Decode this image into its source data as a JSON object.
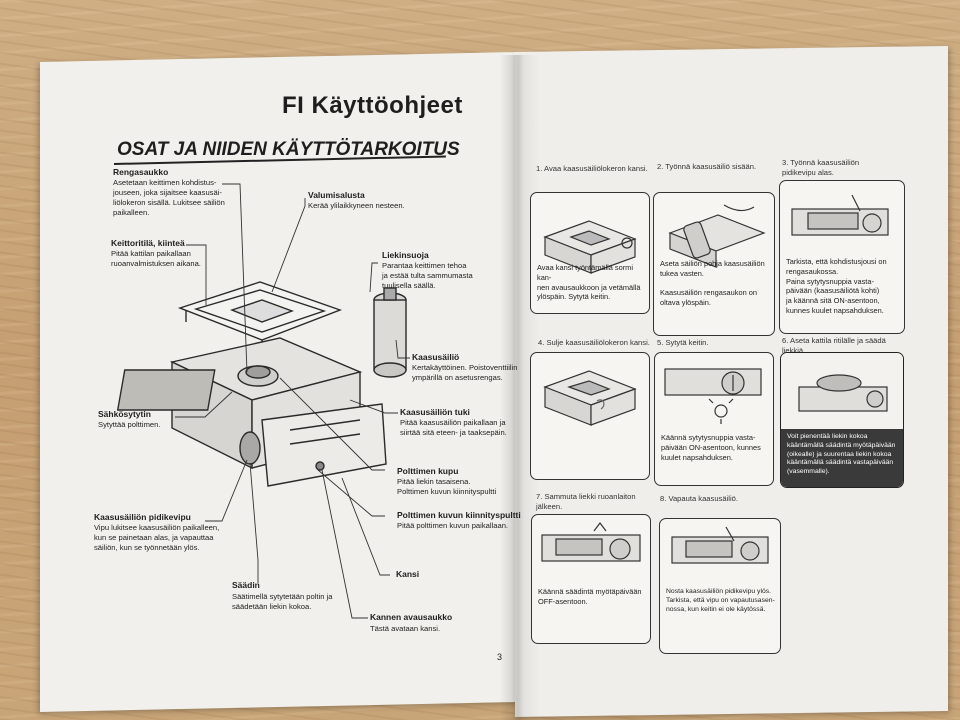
{
  "title": "FI  Käyttöohjeet",
  "section_title": "OSAT JA NIIDEN KÄYTTÖTARKOITUS",
  "page_number": "3",
  "parts": {
    "rengasaukko": {
      "label": "Rengasaukko",
      "desc": "Asetetaan keittimen kohdistus-\njouseen, joka sijaitsee kaasusäi-\nliölokeron sisällä. Lukitsee säiliön\npaikalleen."
    },
    "keittoritila": {
      "label": "Keittoritilä, kiinteä",
      "desc": "Pitää kattilan paikallaan\nruoanvalmistuksen aikana."
    },
    "valumisalusta": {
      "label": "Valumisalusta",
      "desc": "Kerää ylilaikkyneen nesteen."
    },
    "liekinsuoja": {
      "label": "Liekinsuoja",
      "desc": "Parantaa keittimen tehoa\nja estää tulta sammumasta\ntuulisella säällä."
    },
    "kaasusailio": {
      "label": "Kaasusäiliö",
      "desc": "Kertakäyttöinen. Poistoventtiilin\nympärillä on asetusrengas."
    },
    "sahkosytytin": {
      "label": "Sähkösytytin",
      "desc": "Sytyttää polttimen."
    },
    "kaasusailion_tuki": {
      "label": "Kaasusäiliön tuki",
      "desc": "Pitää kaasusäiliön paikallaan ja\nsiirtää sitä eteen- ja taaksepäin."
    },
    "polttimen_kupu": {
      "label": "Polttimen kupu",
      "desc": "Pitää liekin tasaisena.\nPolttimen kuvun kiinnityspultti"
    },
    "kiinnityspultti": {
      "label": "Polttimen kuvun kiinnityspultti",
      "desc": "Pitää polttimen kuvun paikallaan."
    },
    "pidikevipu": {
      "label": "Kaasusäiliön pidikevipu",
      "desc": "Vipu lukitsee kaasusäiliön paikalleen,\nkun se painetaan alas, ja vapauttaa\nsäiliön, kun se työnnetään ylös."
    },
    "kansi": {
      "label": "Kansi",
      "desc": ""
    },
    "saadin": {
      "label": "Säädin",
      "desc": "Säätimellä sytytetään poltin ja\nsäädetään liekin kokoa."
    },
    "kannen_avausaukko": {
      "label": "Kannen avausaukko",
      "desc": "Tästä avataan kansi."
    }
  },
  "steps": [
    {
      "heading": "1. Avaa kaasusäiliölokeron kansi.",
      "text": "Avaa kansi työntämällä sormi kan-\nnen avausaukkoon ja vetämällä\nylöspäin. Sytytä keitin."
    },
    {
      "heading": "2. Työnnä kaasusäiliö sisään.",
      "text": "Aseta säiliön pohja kaasusäiliön\ntukea vasten.\n\nKaasusäiliön rengasaukon on\noltava ylöspäin."
    },
    {
      "heading": "3. Työnnä kaasusäiliön\npidikevipu alas.",
      "text": "Tarkista, että kohdistusjousi on\nrengasaukossa.\nPaina sytytysnuppia vasta-\npäivään (kaasusäiliötä kohti)\nja käännä sitä ON-asentoon,\nkunnes kuulet napsahduksen."
    },
    {
      "heading": "4. Sulje kaasusäiliölokeron kansi.",
      "text": ""
    },
    {
      "heading": "5. Sytytä keitin.",
      "text": "Käännä sytytysnuppia vasta-\npäivään ON-asentoon, kunnes\nkuulet napsahduksen."
    },
    {
      "heading": "6. Aseta kattila ritilälle ja säädä\nliekkiä.",
      "text": "Voit pienentää liekin kokoa\nkääntämällä säädintä myötäpäivään\n(oikealle) ja suurentaa liekin kokoa\nkääntämällä säädintä vastapäivään\n(vasemmalle)."
    },
    {
      "heading": "7. Sammuta liekki ruoanlaiton\njälkeen.",
      "text": "Käännä säädintä myötäpäivään\nOFF-asentoon."
    },
    {
      "heading": "8. Vapauta kaasusäiliö.",
      "text": "Nosta kaasusäiliön pidikevipu ylös.\nTarkista, että vipu on vapautusasen-\nnossa, kun keitin ei ole käytössä."
    }
  ]
}
